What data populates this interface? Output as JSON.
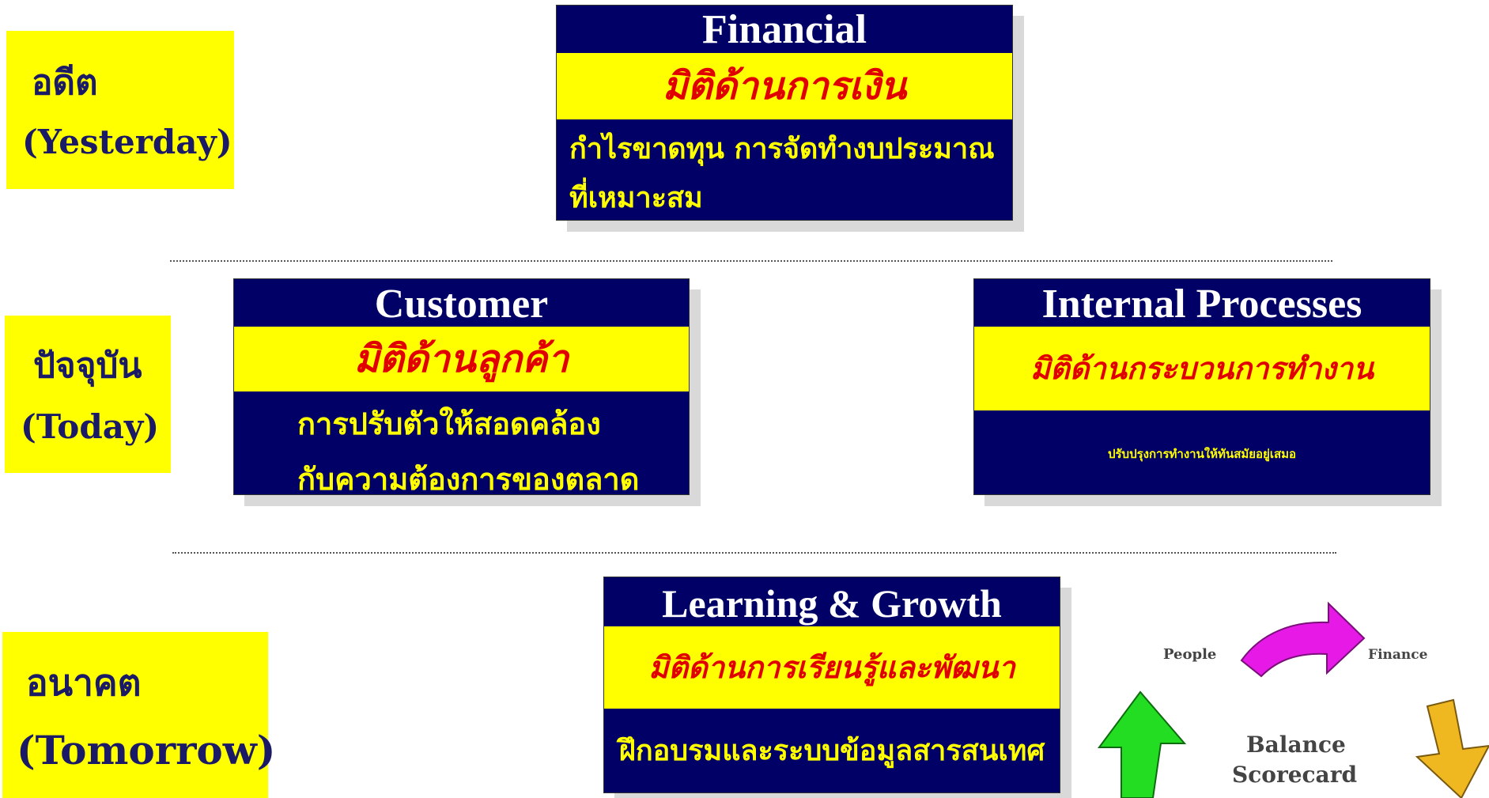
{
  "timeline": {
    "past": {
      "thai": "อดีต",
      "english": "(Yesterday)"
    },
    "present": {
      "thai": "ปัจจุบัน",
      "english": "(Today)"
    },
    "future": {
      "thai": "อนาคต",
      "english": "(Tomorrow)"
    }
  },
  "financial": {
    "title": "Financial",
    "subtitle": "มิติด้านการเงิน",
    "desc_line1": "กำไรขาดทุน  การจัดทำงบประมาณ",
    "desc_line2": "ที่เหมาะสม"
  },
  "customer": {
    "title": "Customer",
    "subtitle": "มิติด้านลูกค้า",
    "desc_line1": "การปรับตัวให้สอดคล้อง",
    "desc_line2": "กับความต้องการของตลาด"
  },
  "internal": {
    "title": "Internal Processes",
    "subtitle": "มิติด้านกระบวนการทำงาน",
    "desc": "ปรับปรุงการทำงานให้ทันสมัยอยู่เสมอ"
  },
  "learning": {
    "title": "Learning & Growth",
    "subtitle": "มิติด้านการเรียนรู้และพัฒนา",
    "desc": "ฝึกอบรมและระบบข้อมูลสารสนเทศ"
  },
  "scorecard_graphic": {
    "people": "People",
    "finance": "Finance",
    "center_line1": "Balance",
    "center_line2": "Scorecard",
    "colors": {
      "magenta": "#e619e6",
      "green": "#22dd22",
      "gold": "#f0b820"
    }
  }
}
